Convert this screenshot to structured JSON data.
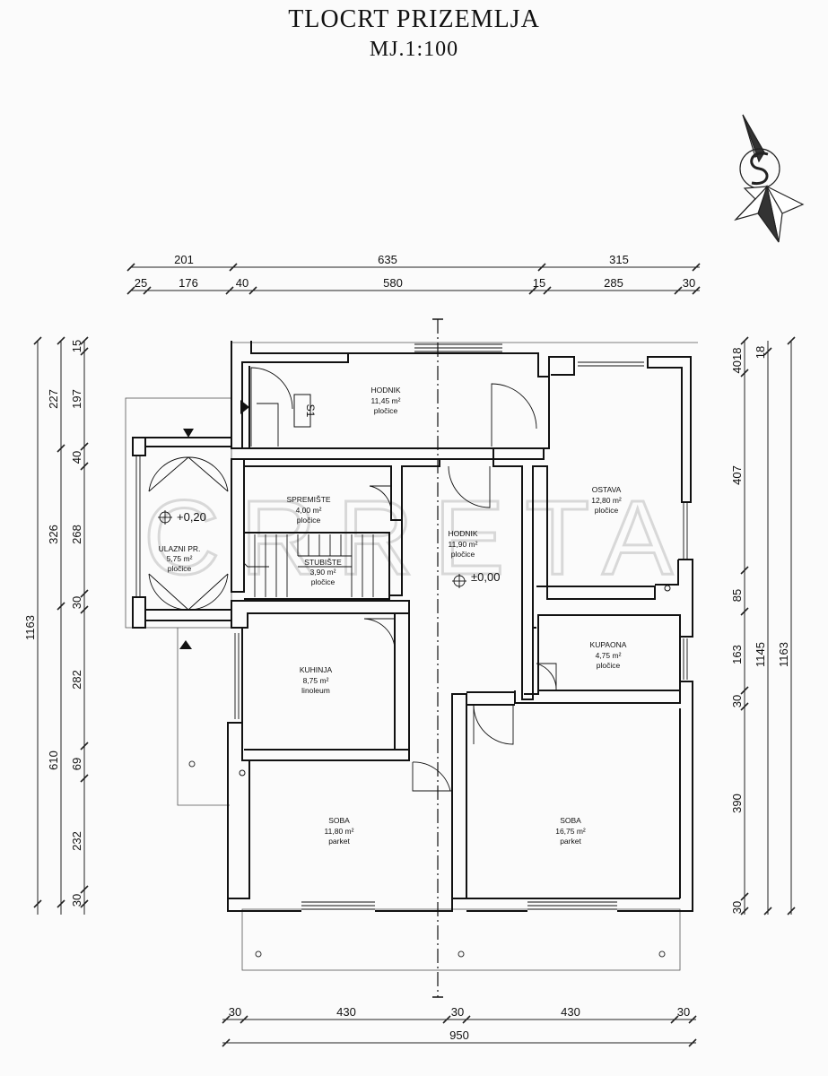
{
  "title": "TLOCRT  PRIZEMLJA",
  "scale": "MJ.1:100",
  "watermark": "CRRETA",
  "door_tag": "S1",
  "levels": {
    "entrance": "+0,20",
    "main": "±0,00"
  },
  "rooms": [
    {
      "name": "HODNIK",
      "area": "11,45 m²",
      "floor": "pločice"
    },
    {
      "name": "SPREMIŠTE",
      "area": "4,00 m²",
      "floor": "pločice"
    },
    {
      "name": "STUBIŠTE",
      "area": "3,90 m²",
      "floor": "pločice"
    },
    {
      "name": "ULAZNI PR.",
      "area": "5,75 m²",
      "floor": "pločice"
    },
    {
      "name": "HODNIK",
      "area": "11,90 m²",
      "floor": "pločice"
    },
    {
      "name": "OSTAVA",
      "area": "12,80 m²",
      "floor": "pločice"
    },
    {
      "name": "KUHINJA",
      "area": "8,75 m²",
      "floor": "linoleum"
    },
    {
      "name": "KUPAONA",
      "area": "4,75 m²",
      "floor": "pločice"
    },
    {
      "name": "SOBA",
      "area": "11,80 m²",
      "floor": "parket"
    },
    {
      "name": "SOBA",
      "area": "16,75 m²",
      "floor": "parket"
    }
  ],
  "dimensions": {
    "top_row1": [
      "201",
      "635",
      "315"
    ],
    "top_row2": [
      "25",
      "176",
      "40",
      "580",
      "15",
      "285",
      "30"
    ],
    "bottom_row1": [
      "30",
      "430",
      "30",
      "430",
      "30"
    ],
    "bottom_total": "950",
    "left_outer": "1163",
    "left_row2": [
      "227",
      "326",
      "610"
    ],
    "left_row3": [
      "15",
      "197",
      "40",
      "268",
      "30",
      "282",
      "69",
      "232",
      "30"
    ],
    "right_row1": [
      "4018",
      "407",
      "85",
      "163",
      "30",
      "390",
      "30"
    ],
    "right_row2": [
      "1145"
    ],
    "right_row3": [
      "18",
      "1163"
    ]
  }
}
